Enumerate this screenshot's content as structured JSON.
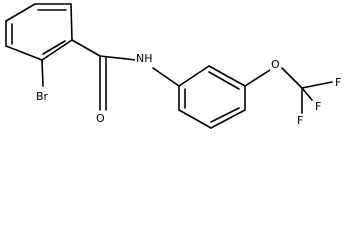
{
  "molecule": {
    "atoms": {
      "bromine": "Br",
      "oxygen_carbonyl": "O",
      "nitrogen_amide": "NH",
      "oxygen_ether": "O",
      "fluorine_1": "F",
      "fluorine_2": "F",
      "fluorine_3": "F"
    }
  },
  "colors": {
    "bond": "#000000",
    "background": "#ffffff"
  }
}
